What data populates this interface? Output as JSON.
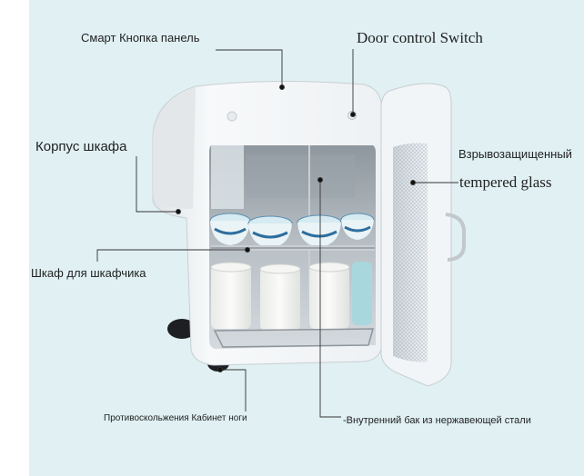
{
  "labels": {
    "smart_panel": "Смарт Кнопка панель",
    "door_switch": "Door control Switch",
    "cabinet_body": "Корпус шкафа",
    "explosion_proof": "Взрывозащищенный",
    "tempered_glass": "tempered glass",
    "shelf": "Шкаф для шкафчика",
    "anti_collision_legs": "Противоскольжения Кабинет ноги",
    "inner_tank": "-Внутренний бак из нержавеющей стали"
  },
  "colors": {
    "background": "#e0f0f3",
    "cabinet": "#f4f6f8",
    "door_frame": "#eef2f5",
    "interior": "#b9c2c9",
    "cups": "#f4f5f2",
    "bowls": "#d9eef4",
    "bowl_pattern": "#2e6e9e",
    "leader_line": "#333333"
  }
}
